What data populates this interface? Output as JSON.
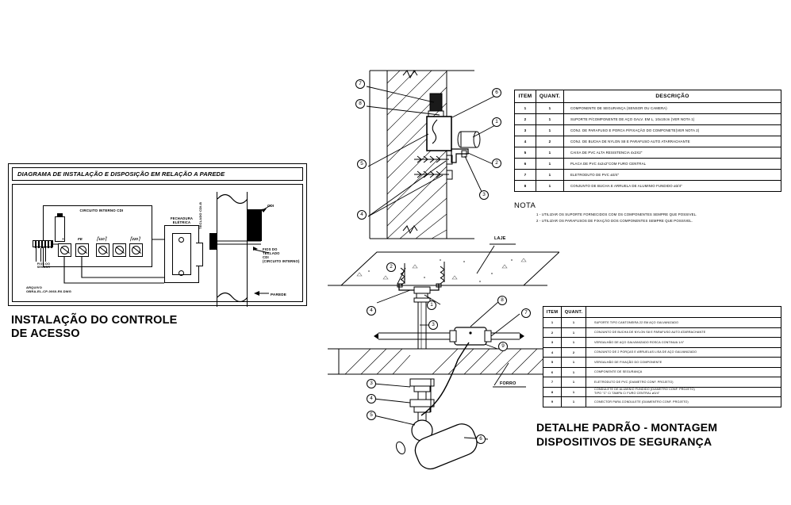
{
  "drawing": {
    "left_panel": {
      "titlebar": "DIAGRAMA DE INSTALAÇÃO E DISPOSIÇÃO EM RELAÇÃO A PAREDE",
      "circuit_title": "CIRCUITO INTERNO CDI",
      "lock_label": "FECHADURA\nELÉTRICA",
      "connector_label": "FIOS DO\nSENSOR",
      "terminals": [
        {
          "label": "+"
        },
        {
          "label": "FE"
        },
        {
          "label": "110"
        },
        {
          "label": "220"
        }
      ],
      "wall_labels": {
        "keyboard": "TECLADO\nCDI-B",
        "cdi": "CDI",
        "wires": "FIOS DO\nTECLADO\nCDI\n(CIRCUITO INTERNO)",
        "wall": "PAREDE"
      },
      "arquivo_caption": "ARQUIVO",
      "arquivo_name": "OBRA-EL-CP-0060-R0.DWG",
      "title": "INSTALAÇÃO DO CONTROLE\nDE ACESSO",
      "title_line1": "INSTALAÇÃO DO CONTROLE",
      "title_line2": "DE ACESSO"
    },
    "wall_detail": {
      "callouts": [
        "7",
        "8",
        "5",
        "4",
        "6",
        "1",
        "2",
        "3"
      ]
    },
    "ceiling_detail": {
      "slab_label": "LAJE",
      "ceiling_label": "FORRO",
      "callouts": [
        "2",
        "1",
        "4",
        "3",
        "8",
        "7",
        "9",
        "3",
        "4",
        "5",
        "6"
      ]
    },
    "table1": {
      "headers": [
        "ITEM",
        "QUANT.",
        "DESCRIÇÃO"
      ],
      "rows": [
        {
          "item": "1",
          "quant": "1",
          "desc": "COMPONENTE DE SEGURANÇA (SENSOR OU CAMERA)"
        },
        {
          "item": "2",
          "quant": "1",
          "desc": "SUPORTE P/COMPONENTE DE AÇO GALV. EM L, 10x10cm (VER NOTA 1)"
        },
        {
          "item": "3",
          "quant": "1",
          "desc": "CONJ. DE PARAFUSO E PORCA P/FIXAÇÃO DO COMPONETE(VER NOTA 2)"
        },
        {
          "item": "4",
          "quant": "2",
          "desc": "CONJ. DE BUCHA DE NYLON S8 E PARAFUSO AUTO ATARRACHANTE"
        },
        {
          "item": "5",
          "quant": "1",
          "desc": "CAIXA DE PVC ALTA RESISTENCIA 4x2X2\""
        },
        {
          "item": "6",
          "quant": "1",
          "desc": "PLACA DE PVC 4x2x2\"COM FURO CENTRAL"
        },
        {
          "item": "7",
          "quant": "1",
          "desc": "ELETRODUTO DE PVC ø3/4\""
        },
        {
          "item": "8",
          "quant": "1",
          "desc": "CONJUNTO DE BUCHA E ARRUELA DE ALUMINIO FUNDIDO ø3/4\""
        }
      ]
    },
    "nota": {
      "title": "NOTA",
      "lines": [
        "1 - UTILIZAR OS SUPORTE FORNECIDOS COM OS COMPONENTES SEMPRE QUE POSSIVEL.",
        "2 - UTILIZAR OS PARAFUSOS DE FIXAÇÃO DOS COMPONENTES SEMPRE QUE POSSIVEL."
      ]
    },
    "table2": {
      "headers": [
        "ITEM",
        "QUANT.",
        ""
      ],
      "rows": [
        {
          "item": "1",
          "quant": "1",
          "desc": "SUPORTE TIPO CANTONEIRA 22 EM AÇO GALVANIZADO"
        },
        {
          "item": "2",
          "quant": "1",
          "desc": "CONJUNTO DE BUCHA DE NYLON S8 E PARAFUSO AUTO ATARRACHANTE"
        },
        {
          "item": "3",
          "quant": "1",
          "desc": "VERGALHÃO DE AÇO GALVANIZADO ROSCA CONTINUA 1/4\""
        },
        {
          "item": "4",
          "quant": "2",
          "desc": "CONJUNTO DE 2 PORÇAS E ARRUELAS LISA DE AÇO GALVANIZADO"
        },
        {
          "item": "5",
          "quant": "1",
          "desc": "VERGALHÃO DE FIXAÇÃO DO COMPONENTE"
        },
        {
          "item": "6",
          "quant": "1",
          "desc": "COMPONENTE DE SEGURANÇA"
        },
        {
          "item": "7",
          "quant": "1",
          "desc": "ELETRODUTO DE PVC (DIAMETRO CONF. PROJETO)"
        },
        {
          "item": "8",
          "quant": "1",
          "desc": "CONDULETE DE ALUMINIO FUNDIDO (DIAMETRO CONF. PROJETO)\nTIPO \"C\" C/ TAMPA C/ FURO CENTRAL ø3/4\""
        },
        {
          "item": "9",
          "quant": "1",
          "desc": "CONECTOR PARA CONDULETE (DIAMENTRO CONF. PROJETO)"
        }
      ]
    },
    "bottom_right_title": {
      "line1": "DETALHE PADRÃO - MONTAGEM",
      "line2": "DISPOSITIVOS DE SEGURANÇA"
    }
  }
}
